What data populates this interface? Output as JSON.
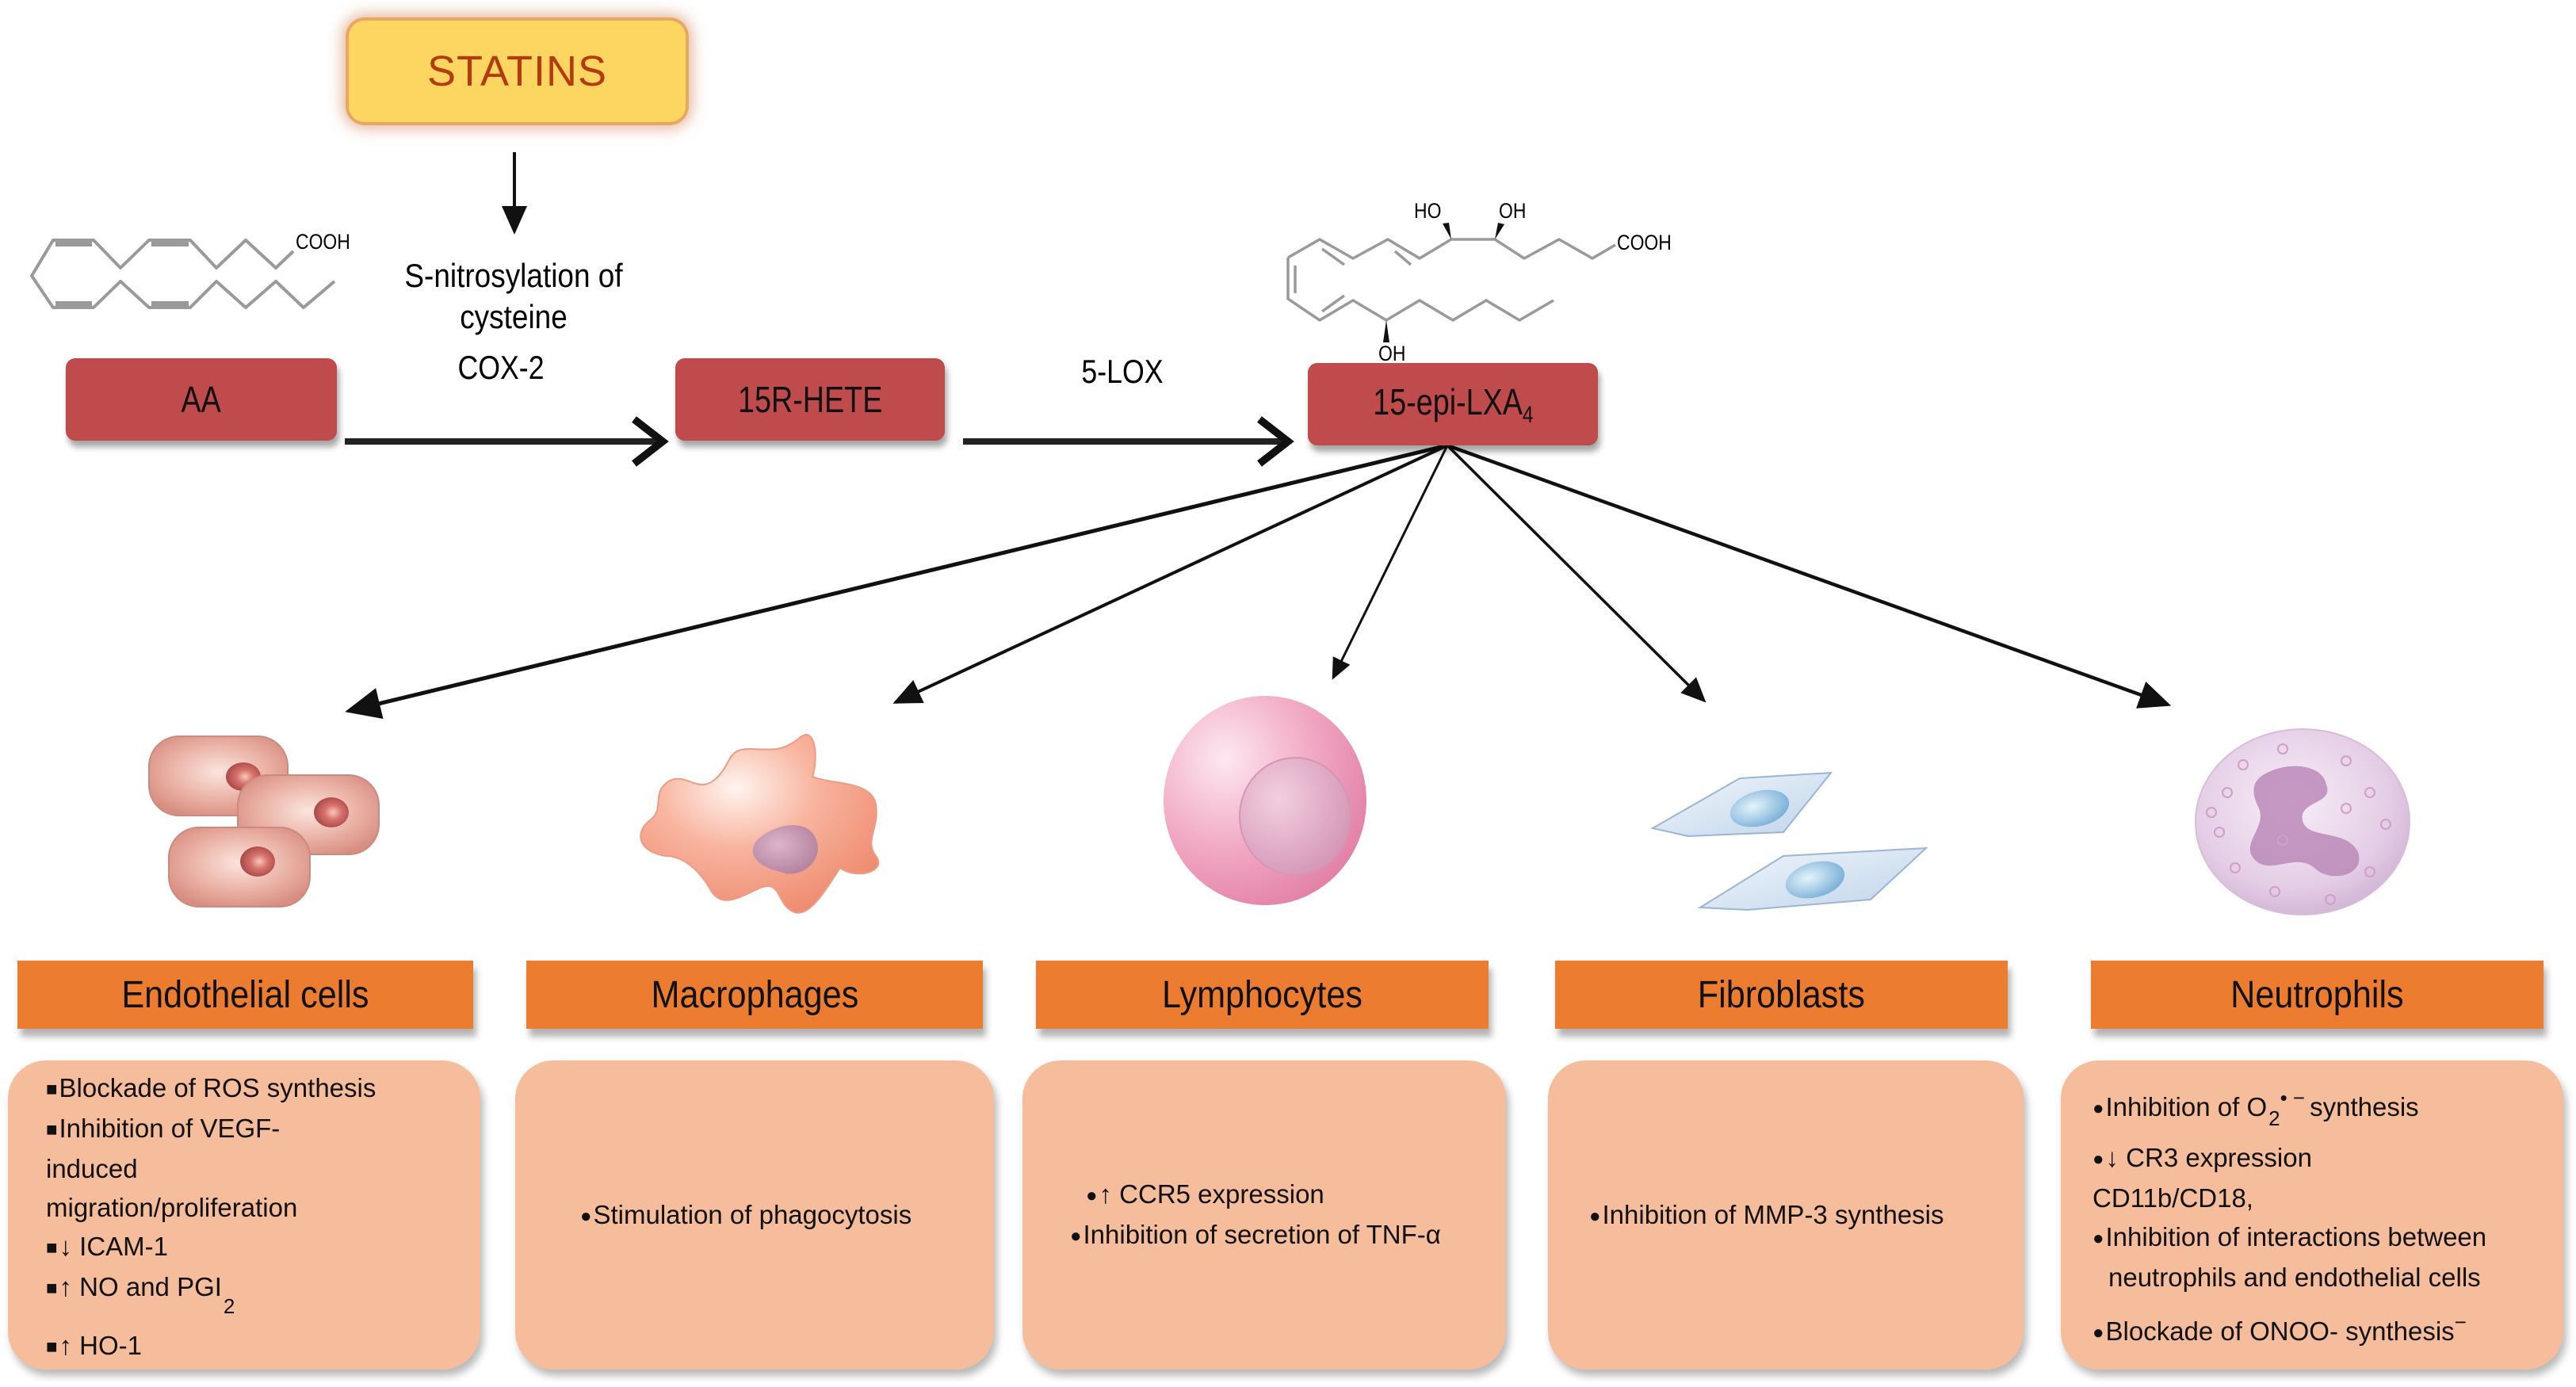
{
  "figure": {
    "trigger": {
      "label": "STATINS"
    },
    "modification": {
      "line1": "S-nitrosylation of",
      "line2": "cysteine"
    },
    "pathway": [
      {
        "id": "aa",
        "label": "AA",
        "subscript": ""
      },
      {
        "id": "hete",
        "label": "15R-HETE",
        "subscript": ""
      },
      {
        "id": "lxa",
        "label": "15-epi-LXA",
        "subscript": "4"
      }
    ],
    "enzymes": [
      {
        "label": "COX-2"
      },
      {
        "label": "5-LOX"
      }
    ],
    "molecule_labels": {
      "aa_cooh": "COOH",
      "lxa_ho": "HO",
      "lxa_oh_top": "OH",
      "lxa_cooh": "COOH",
      "lxa_oh_bottom": "OH"
    },
    "targets": [
      {
        "name": "Endothelial cells",
        "effects": [
          {
            "bullet": "■",
            "text": "Blockade of ROS synthesis"
          },
          {
            "bullet": "■",
            "text": "Inhibition of VEGF-"
          },
          {
            "bullet": "",
            "text": "induced"
          },
          {
            "bullet": "",
            "text": "migration/proliferation"
          },
          {
            "bullet": "■",
            "text": "↓ ICAM-1"
          },
          {
            "bullet": "■",
            "text": "↑ NO and PGI",
            "sub": "2"
          },
          {
            "bullet": "■",
            "text": "↑ HO-1"
          }
        ]
      },
      {
        "name": "Macrophages",
        "effects": [
          {
            "bullet": "●",
            "text": "Stimulation of phagocytosis"
          }
        ]
      },
      {
        "name": "Lymphocytes",
        "effects": [
          {
            "bullet": "●",
            "text": "↑ CCR5 expression"
          },
          {
            "bullet": "●",
            "text": "Inhibition of secretion of TNF-α"
          }
        ]
      },
      {
        "name": "Fibroblasts",
        "effects": [
          {
            "bullet": "●",
            "text": "Inhibition of MMP-3 synthesis"
          }
        ]
      },
      {
        "name": "Neutrophils",
        "effects": [
          {
            "bullet": "●",
            "text": "Inhibition of  O",
            "sub": "2",
            "sup": "• −",
            "after": "synthesis"
          },
          {
            "bullet": "●",
            "text": "↓ CR3 expression"
          },
          {
            "bullet": "",
            "text": "CD11b/CD18,"
          },
          {
            "bullet": "●",
            "text": "Inhibition of interactions between"
          },
          {
            "bullet": "",
            "text": "neutrophils and endothelial cells",
            "indent": true
          },
          {
            "bullet": "●",
            "text": "Blockade of ONOO- synthesis",
            "sup": "−"
          }
        ]
      }
    ],
    "colors": {
      "statins_fill": "#fcd661",
      "statins_text": "#b43a0f",
      "pathway_box": "#c04b4c",
      "cell_header": "#ec7c30",
      "effect_box": "#f6bd9c",
      "molecule_bonds": "#9a9a9a"
    }
  }
}
